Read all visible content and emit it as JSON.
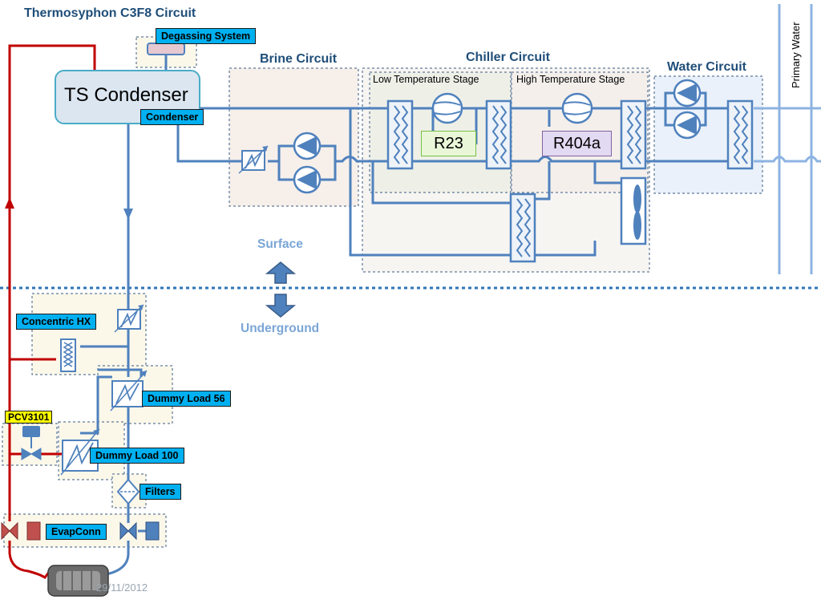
{
  "title": "Thermosyphon C3F8 Circuit",
  "sections": {
    "brine": "Brine Circuit",
    "chiller": "Chiller Circuit",
    "water": "Water Circuit",
    "primary_water": "Primary Water"
  },
  "stages": {
    "low": "Low Temperature Stage",
    "high": "High Temperature Stage"
  },
  "refrigerants": {
    "r23": "R23",
    "r404a": "R404a"
  },
  "ts_condenser": "TS Condenser",
  "tags": {
    "degassing": "Degassing System",
    "condenser": "Condenser",
    "concentric_hx": "Concentric HX",
    "dummy56": "Dummy Load 56",
    "dummy100": "Dummy Load 100",
    "filters": "Filters",
    "evapconn": "EvapConn",
    "pcv": "PCV3101"
  },
  "zones": {
    "surface": "Surface",
    "underground": "Underground"
  },
  "footer": "29/11/2012",
  "colors": {
    "pipe_blue": "#4f81bd",
    "pipe_red": "#c00000",
    "tag_cyan": "#00b0f0",
    "tag_yellow": "#ffff00",
    "zone_text": "#7aa6d6",
    "title_text": "#1f4e79"
  }
}
